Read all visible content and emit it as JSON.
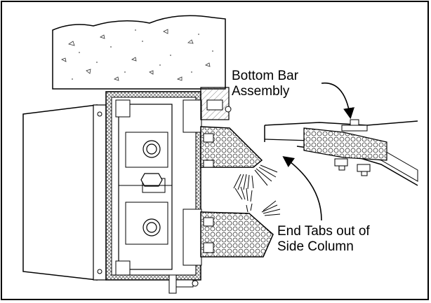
{
  "labels": {
    "bottom_bar_line1": "Bottom Bar",
    "bottom_bar_line2": "Assembly",
    "end_tabs_line1": "End Tabs out of",
    "end_tabs_line2": "Side Column"
  },
  "colors": {
    "ink": "#000000",
    "paper": "#ffffff",
    "hatch": "#7a7a7a"
  }
}
